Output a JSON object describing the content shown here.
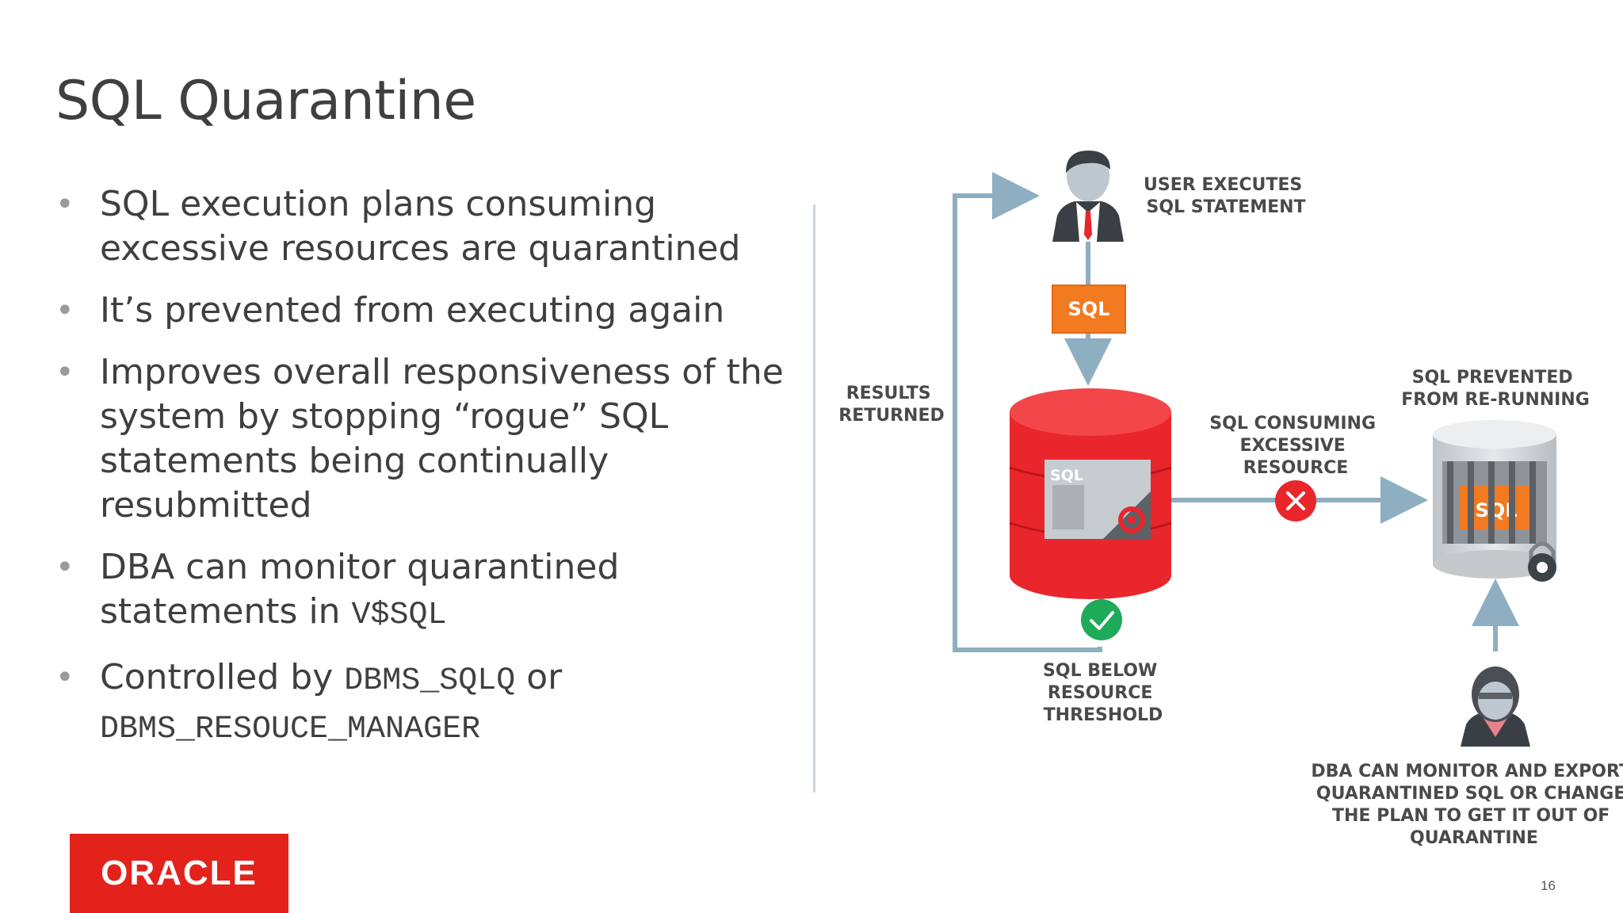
{
  "slide": {
    "title": "SQL Quarantine",
    "page_number": "16",
    "logo_text": "ORACLE"
  },
  "bullets": [
    {
      "segments": [
        {
          "text": "SQL execution plans consuming excessive resources are quarantined",
          "mono": false
        }
      ]
    },
    {
      "segments": [
        {
          "text": "It’s prevented from executing again",
          "mono": false
        }
      ]
    },
    {
      "segments": [
        {
          "text": "Improves overall responsiveness of the system by stopping “rogue” SQL statements being continually resubmitted",
          "mono": false
        }
      ]
    },
    {
      "segments": [
        {
          "text": "DBA can monitor quarantined statements in ",
          "mono": false
        },
        {
          "text": "V$SQL",
          "mono": true
        }
      ]
    },
    {
      "segments": [
        {
          "text": "Controlled by ",
          "mono": false
        },
        {
          "text": "DBMS_SQLQ",
          "mono": true
        },
        {
          "text": "  or ",
          "mono": false
        },
        {
          "text": "DBMS_RESOUCE_MANAGER",
          "mono": true
        }
      ]
    }
  ],
  "diagram": {
    "user_label": [
      "USER EXECUTES",
      "SQL STATEMENT"
    ],
    "sql_box_label": "SQL",
    "db_sql_label": "SQL",
    "results_label": [
      "RESULTS",
      "RETURNED"
    ],
    "consuming_label": [
      "SQL CONSUMING",
      "EXCESSIVE",
      "RESOURCE"
    ],
    "prevented_label": [
      "SQL PREVENTED",
      "FROM RE-RUNNING"
    ],
    "below_label": [
      "SQL BELOW",
      "RESOURCE",
      "THRESHOLD"
    ],
    "dba_label": [
      "DBA CAN MONITOR AND EXPORT",
      "QUARANTINED SQL OR CHANGE",
      "THE PLAN TO GET IT OUT OF",
      "QUARANTINE"
    ],
    "quarantine_sql_label": "SQL"
  },
  "colors": {
    "arrow": "#8eaec1",
    "orange": "#f27a21",
    "red": "#e8262c",
    "green": "#1faa5a",
    "logo_red": "#e2221b"
  }
}
